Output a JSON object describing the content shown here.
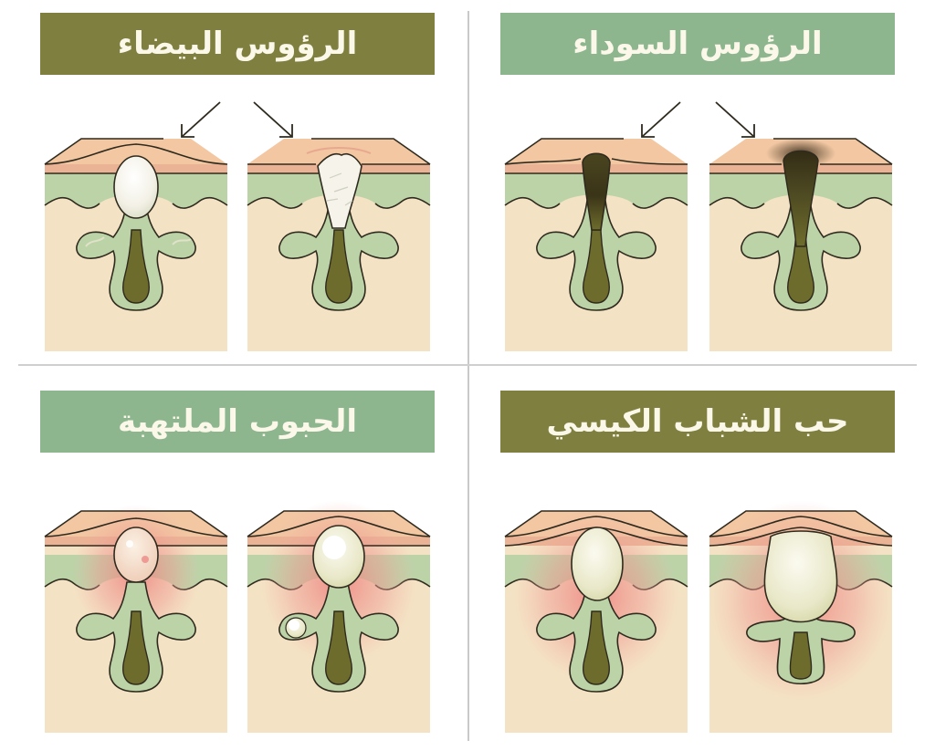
{
  "colors": {
    "olive_banner": "#7f8040",
    "sage_banner": "#8db68f",
    "banner_text": "#fbf8ea",
    "epidermis": "#f2c7a2",
    "epidermis_dark": "#eab395",
    "dermis_green": "#bcd3a8",
    "subcutis": "#f4e2c4",
    "follicle_dark": "#6e6c2c",
    "outline": "#2f2a1e",
    "inflammation": "#ee8b86",
    "divider": "#c9c9c9"
  },
  "quadrants": [
    {
      "id": "whiteheads",
      "title": "الرؤوس البيضاء",
      "banner_color": "olive",
      "panels": [
        {
          "label": "closed comedo, intact white plug",
          "has_arrow": true
        },
        {
          "label": "white plug breaking through surface",
          "has_arrow": true
        }
      ]
    },
    {
      "id": "blackheads",
      "title": "الرؤوس السوداء",
      "banner_color": "sage",
      "panels": [
        {
          "label": "open comedo, dark plug",
          "has_arrow": true
        },
        {
          "label": "open comedo, oxidized dark surface",
          "has_arrow": true
        }
      ]
    },
    {
      "id": "inflamed-pimples",
      "title": "الحبوب الملتهبة",
      "banner_color": "sage",
      "panels": [
        {
          "label": "papule with redness",
          "has_arrow": false
        },
        {
          "label": "pustule with secondary pustule",
          "has_arrow": false
        }
      ]
    },
    {
      "id": "cystic-acne",
      "title": "حب الشباب الكيسي",
      "banner_color": "olive",
      "panels": [
        {
          "label": "cyst forming under skin",
          "has_arrow": false
        },
        {
          "label": "large deep cyst",
          "has_arrow": false
        }
      ]
    }
  ]
}
